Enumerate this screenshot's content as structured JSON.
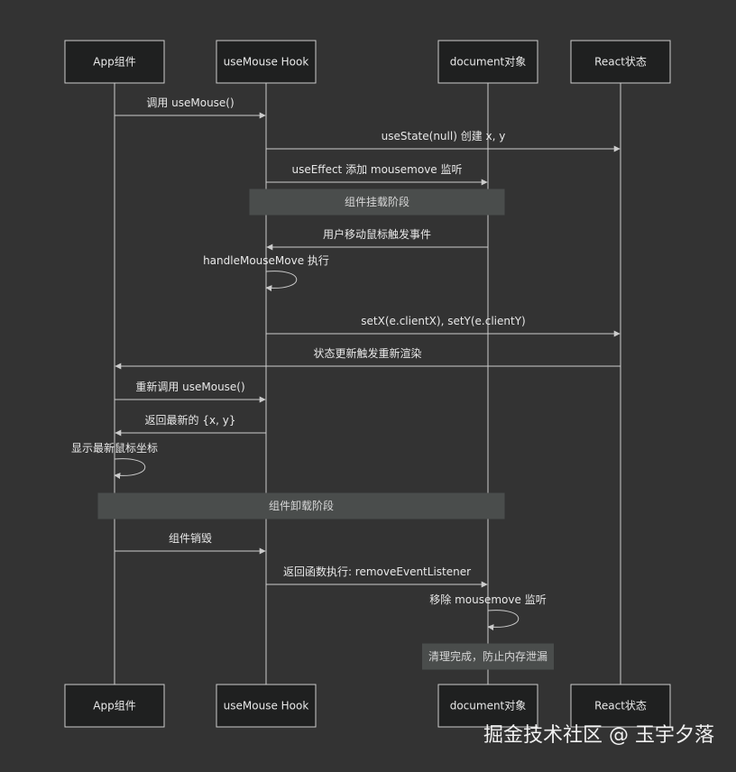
{
  "participants": [
    {
      "id": "app",
      "label": "App组件"
    },
    {
      "id": "hook",
      "label": "useMouse Hook"
    },
    {
      "id": "doc",
      "label": "document对象"
    },
    {
      "id": "react",
      "label": "React状态"
    }
  ],
  "messages": [
    {
      "from": "app",
      "to": "hook",
      "label": "调用 useMouse()"
    },
    {
      "from": "hook",
      "to": "react",
      "label": "useState(null) 创建 x, y"
    },
    {
      "from": "hook",
      "to": "doc",
      "label": "useEffect 添加 mousemove 监听"
    },
    {
      "note": true,
      "from": "hook",
      "to": "doc",
      "label": "组件挂载阶段"
    },
    {
      "from": "doc",
      "to": "hook",
      "label": "用户移动鼠标触发事件"
    },
    {
      "from": "hook",
      "to": "hook",
      "label": "handleMouseMove 执行"
    },
    {
      "from": "hook",
      "to": "react",
      "label": "setX(e.clientX), setY(e.clientY)"
    },
    {
      "from": "react",
      "to": "app",
      "label": "状态更新触发重新渲染"
    },
    {
      "from": "app",
      "to": "hook",
      "label": "重新调用 useMouse()"
    },
    {
      "from": "hook",
      "to": "app",
      "label": "返回最新的 {x, y}"
    },
    {
      "from": "app",
      "to": "app",
      "label": "显示最新鼠标坐标"
    },
    {
      "note": true,
      "from": "app",
      "to": "doc",
      "label": "组件卸载阶段"
    },
    {
      "from": "app",
      "to": "hook",
      "label": "组件销毁"
    },
    {
      "from": "hook",
      "to": "doc",
      "label": "返回函数执行: removeEventListener"
    },
    {
      "from": "doc",
      "to": "doc",
      "label": "移除 mousemove 监听"
    },
    {
      "note": true,
      "from": "doc",
      "to": "doc",
      "label": "清理完成，防止内存泄漏"
    }
  ],
  "watermark": "掘金技术社区 @ 玉宇夕落"
}
